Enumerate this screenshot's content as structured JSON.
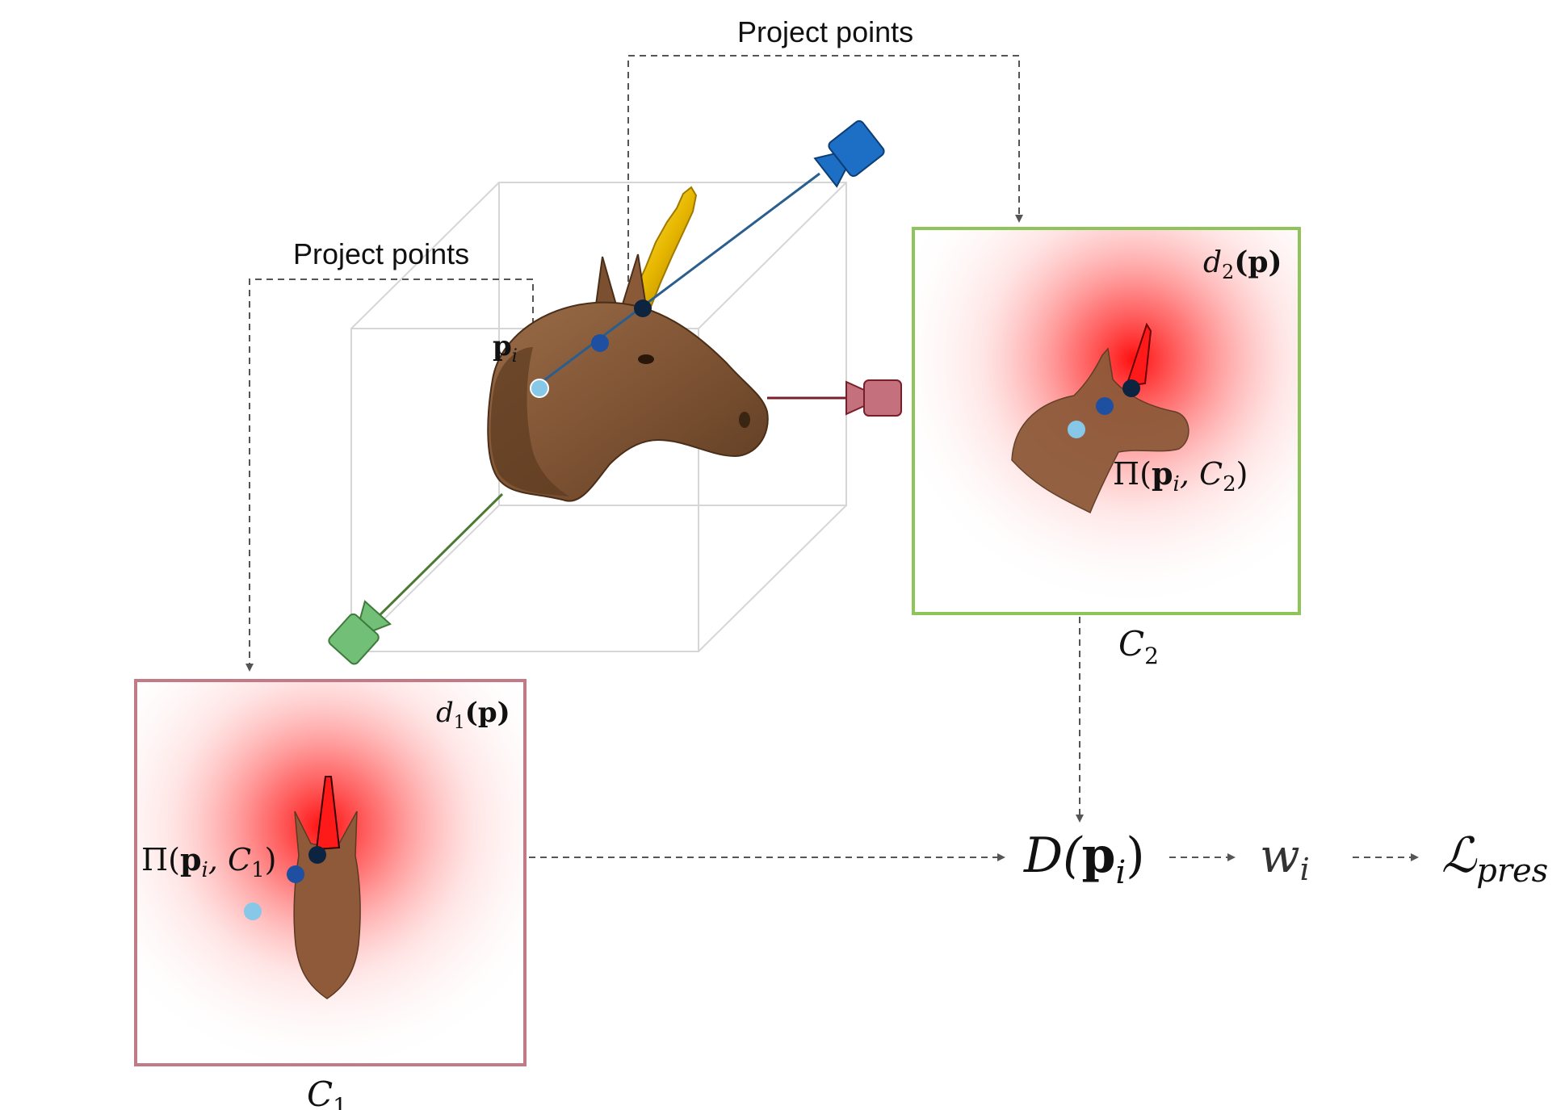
{
  "labels": {
    "project_points_top": "Project points",
    "project_points_left": "Project points",
    "point_symbol": "p",
    "point_index": "i"
  },
  "panel1": {
    "density_func": "d",
    "density_sub": "1",
    "density_arg": "(p)",
    "projection_pi": "Π(",
    "projection_p": "p",
    "projection_i": "i",
    "projection_sep": ", C",
    "projection_sub": "1",
    "projection_close": ")",
    "camera_name": "C",
    "camera_sub": "1",
    "border_color": "#c27a86"
  },
  "panel2": {
    "density_func": "d",
    "density_sub": "2",
    "density_arg": "(p)",
    "projection_pi": "Π(",
    "projection_p": "p",
    "projection_i": "i",
    "projection_sep": ", C",
    "projection_sub": "2",
    "projection_close": ")",
    "camera_name": "C",
    "camera_sub": "2",
    "border_color": "#8fc45a"
  },
  "pipeline": {
    "aggregate_D": "D(",
    "aggregate_p": "p",
    "aggregate_i": "i",
    "aggregate_close": ")",
    "weight": "w",
    "weight_sub": "i",
    "loss": "ℒ",
    "loss_sub": "pres"
  },
  "cameras": [
    {
      "name": "blue-camera-icon",
      "color": "#1c6fc4"
    },
    {
      "name": "red-camera-icon",
      "color": "#c4707d"
    },
    {
      "name": "green-camera-icon",
      "color": "#72bf78"
    }
  ],
  "colors": {
    "point_light": "#87c7e8",
    "point_mid": "#1e4fa0",
    "point_dark": "#0d2440",
    "heat": "#ff2020",
    "horn": "#ff1a1a",
    "horse": "#8a5a3a",
    "arrow": "#555555"
  }
}
